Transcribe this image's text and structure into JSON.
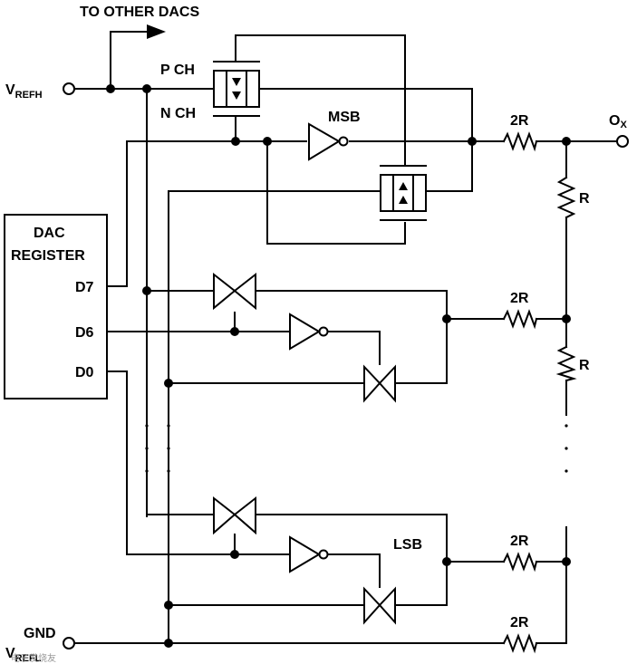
{
  "labels": {
    "to_other_dacs": "TO OTHER DACS",
    "vrefh_main": "V",
    "vrefh_sub": "REFH",
    "p_ch": "P CH",
    "n_ch": "N CH",
    "msb": "MSB",
    "lsb": "LSB",
    "output_main": "O",
    "output_sub": "X",
    "dac_register_line1": "DAC",
    "dac_register_line2": "REGISTER",
    "bit_d7": "D7",
    "bit_d6": "D6",
    "bit_d0": "D0",
    "gnd": "GND",
    "vrefl_main": "V",
    "vrefl_sub": "REFL",
    "resistor_2r": "2R",
    "resistor_r": "R",
    "watermark": "电子发烧友"
  }
}
